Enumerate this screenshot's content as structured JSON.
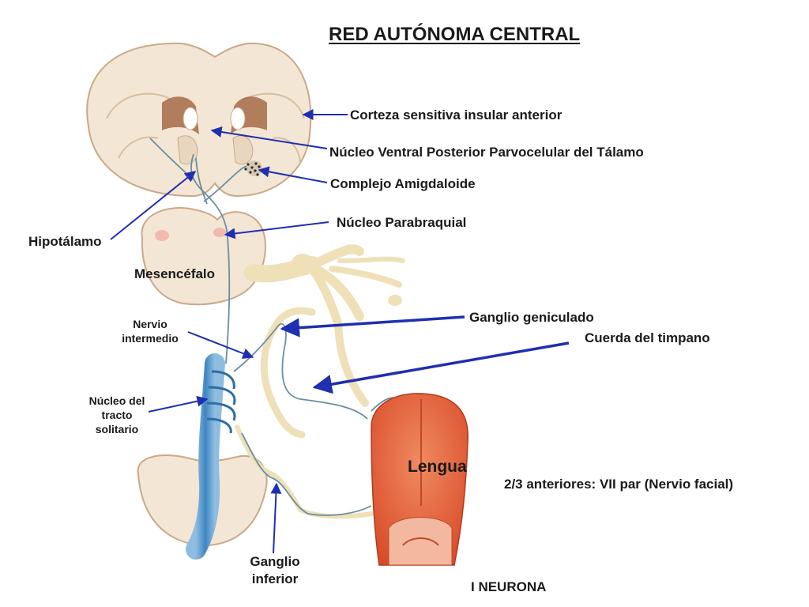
{
  "title": "RED  AUTÓNOMA CENTRAL",
  "labels": {
    "corteza": "Corteza sensitiva insular anterior",
    "nucleo_ventral": "Núcleo Ventral Posterior Parvocelular del Tálamo",
    "amigdaloide": "Complejo Amigdaloide",
    "parabraquial": "Núcleo Parabraquial",
    "hipotalamo": "Hipotálamo",
    "mesencefalo": "Mesencéfalo",
    "nervio_intermedio_1": "Nervio",
    "nervio_intermedio_2": "intermedio",
    "ganglio_geniculado": "Ganglio geniculado",
    "cuerda_timpano": "Cuerda del timpano",
    "nucleo_tracto_1": "Núcleo del",
    "nucleo_tracto_2": "tracto",
    "nucleo_tracto_3": "solitario",
    "lengua": "Lengua",
    "anteriores": "2/3 anteriores: VII par (Nervio facial)",
    "ganglio_inferior_1": "Ganglio",
    "ganglio_inferior_2": "inferior",
    "neurona": "I NEURONA"
  },
  "colors": {
    "arrow": "#1f2fb0",
    "brain_tissue": "#f3e6d4",
    "brain_outline": "#c9a98a",
    "tract_blue": "#4f8fc4",
    "nerve_bone": "#efe0b8",
    "tongue": "#e8603a",
    "fiber": "#6a8ea0"
  }
}
